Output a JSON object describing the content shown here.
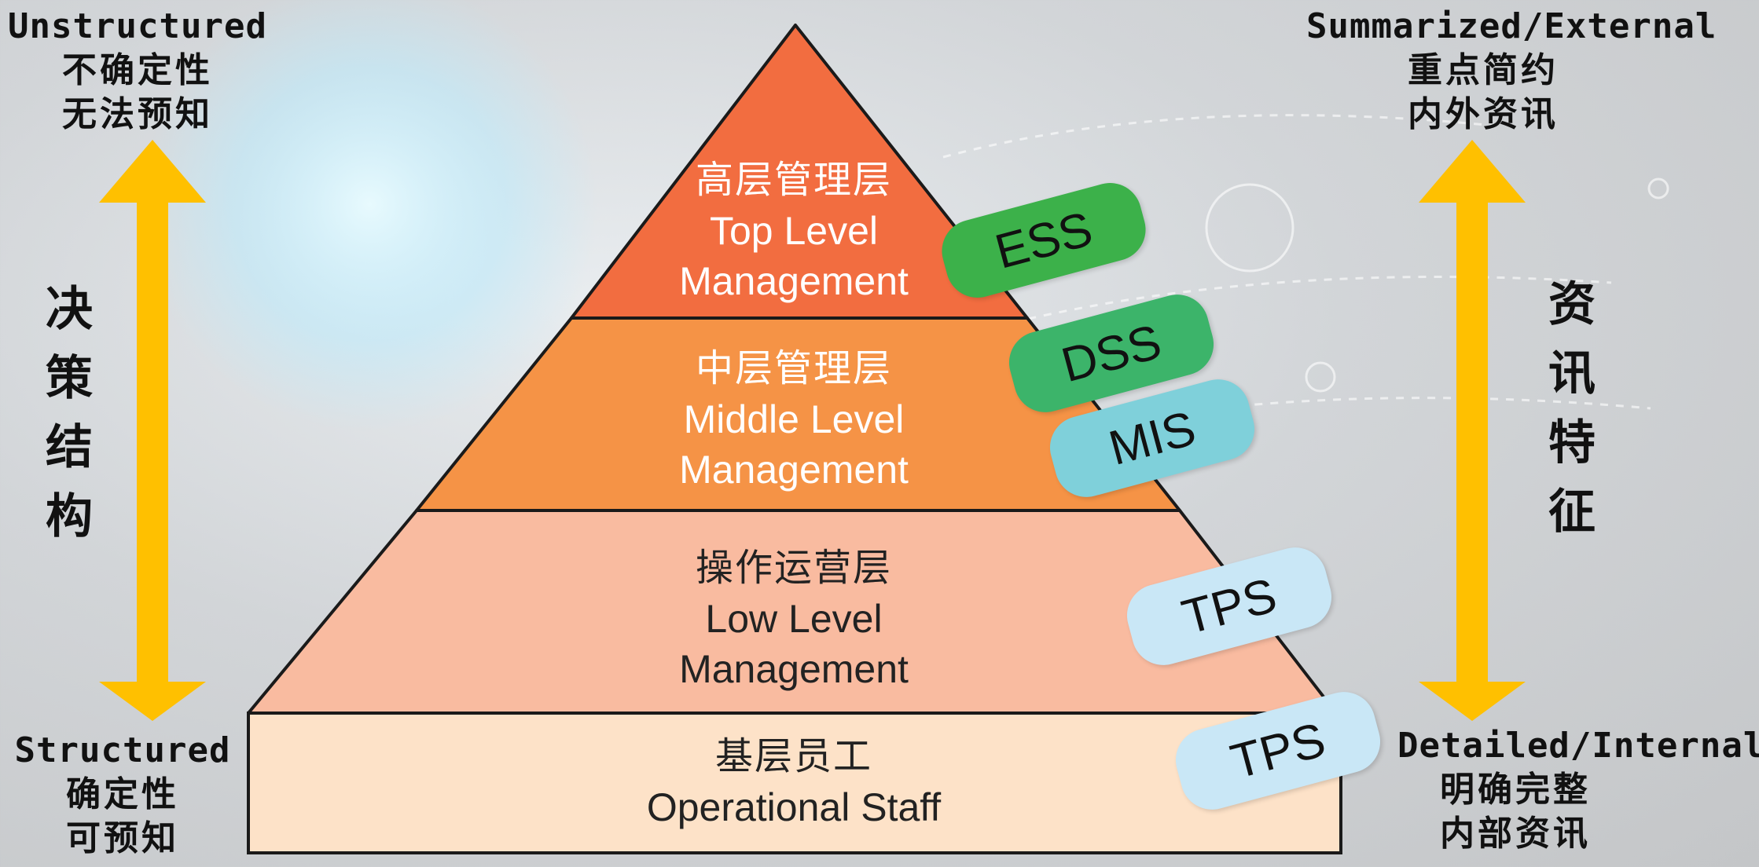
{
  "left_axis": {
    "top": {
      "en": "Unstructured",
      "cn1": "不确定性",
      "cn2": "无法预知"
    },
    "bottom": {
      "en": "Structured",
      "cn1": "确定性",
      "cn2": "可预知"
    },
    "label_chars": [
      "决",
      "策",
      "结",
      "构"
    ]
  },
  "right_axis": {
    "top": {
      "en": "Summarized/External",
      "cn1": "重点简约",
      "cn2": "内外资讯"
    },
    "bottom": {
      "en": "Detailed/Internal",
      "cn1": "明确完整",
      "cn2": "内部资讯"
    },
    "label_chars": [
      "资",
      "讯",
      "特",
      "征"
    ]
  },
  "pyramid": {
    "layers": [
      {
        "cn": "高层管理层",
        "en1": "Top Level",
        "en2": "Management",
        "color": "#f26d40"
      },
      {
        "cn": "中层管理层",
        "en1": "Middle Level",
        "en2": "Management",
        "color": "#f59346"
      },
      {
        "cn": "操作运营层",
        "en1": "Low Level",
        "en2": "Management",
        "color": "#f9bba0"
      },
      {
        "cn": "基层员工",
        "en1": "Operational Staff",
        "color": "#fde2c8"
      }
    ]
  },
  "tags": [
    {
      "label": "ESS",
      "color": "#3cb14a"
    },
    {
      "label": "DSS",
      "color": "#3cb46a"
    },
    {
      "label": "MIS",
      "color": "#7fd0da"
    },
    {
      "label": "TPS",
      "color": "#c9e7f6"
    },
    {
      "label": "TPS",
      "color": "#c9e7f6"
    }
  ],
  "colors": {
    "arrow": "#ffc000",
    "outline": "#1a1a1a"
  }
}
